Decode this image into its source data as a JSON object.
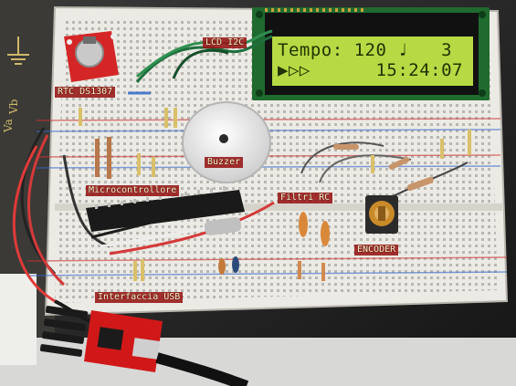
{
  "photo": {
    "subject": "breadboard-circuit",
    "palette": {
      "table": "#1e1e1e",
      "breadboard": "#eceae4",
      "lcd_backlight": "#b7d943",
      "lcd_text": "#223300",
      "label_bg": "#961414",
      "label_text": "#fff2c8",
      "usb_board": "#d01818",
      "rtc_board": "#d42626"
    }
  },
  "labels": {
    "rtc": "RTC DS1307",
    "lcd": "LCD I2C",
    "buzzer": "Buzzer",
    "mcu": "Microcontrollore",
    "filters": "Filtri RC",
    "encoder": "ENCODER",
    "usb": "Interfaccia USB"
  },
  "lcd": {
    "line1": "Tempo: 120 ♩   3",
    "line2": "▶▷▷      15:24:07"
  },
  "side_text": {
    "va": "Va",
    "vb": "Vb"
  }
}
